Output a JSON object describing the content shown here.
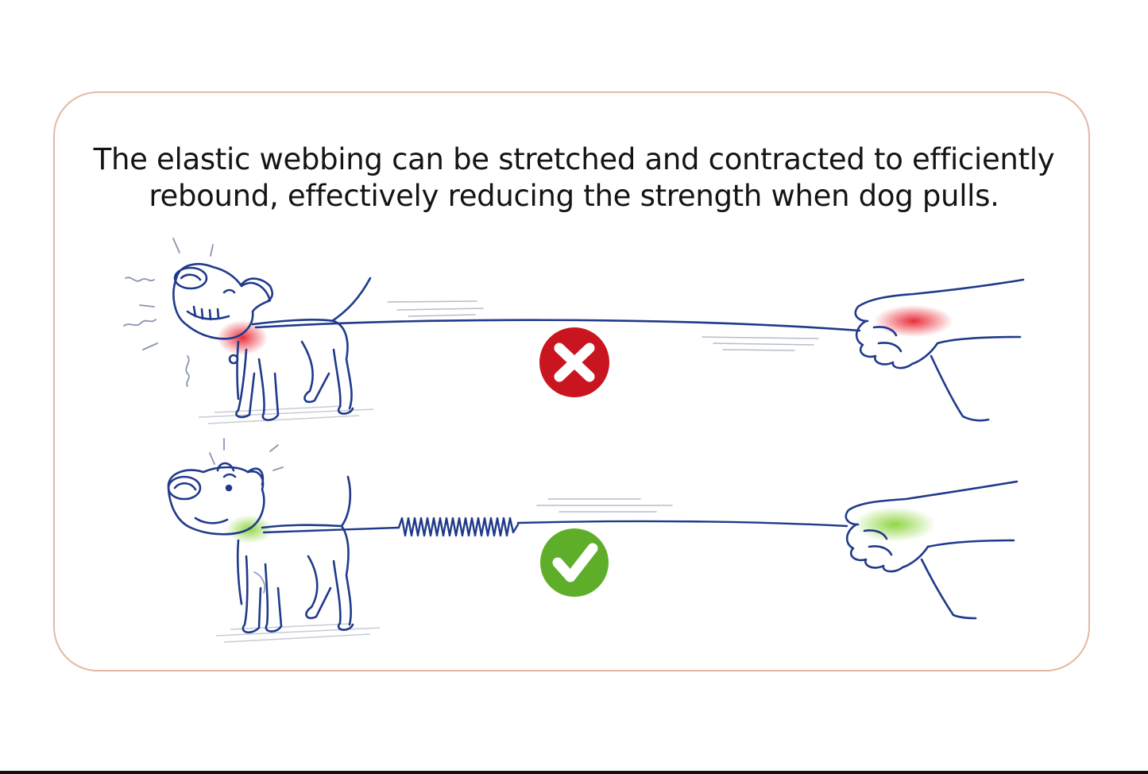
{
  "caption": {
    "line1": "The elastic webbing can be stretched and contracted to efficiently",
    "line2": "rebound, effectively reducing the strength when dog pulls."
  },
  "rows": [
    {
      "status": "incorrect",
      "status_icon": "cross-icon",
      "leash": "rigid",
      "highlight_color": "#e8232f"
    },
    {
      "status": "correct",
      "status_icon": "check-icon",
      "leash": "elastic",
      "highlight_color": "#8bd43a"
    }
  ],
  "colors": {
    "ink": "#1f3a8a",
    "frame": "#e3b9a3",
    "cross_badge": "#c8151f",
    "check_badge": "#5fae2a"
  }
}
